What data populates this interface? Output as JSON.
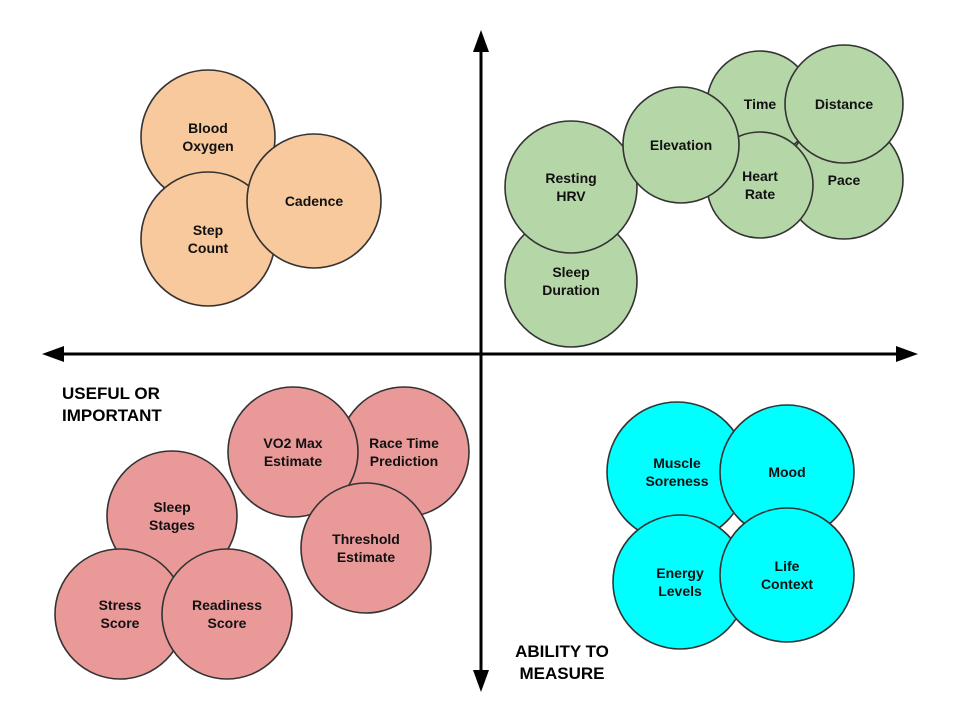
{
  "axes": {
    "horizontal_label_lines": [
      "USEFUL OR",
      "IMPORTANT"
    ],
    "vertical_label_lines": [
      "ABILITY TO",
      "MEASURE"
    ]
  },
  "colors": {
    "orange": "#f8c99c",
    "green": "#b5d7a8",
    "red": "#ea9999",
    "cyan": "#00ffff",
    "outline": "#333333"
  },
  "bubbles": [
    {
      "id": "blood-oxygen",
      "lines": [
        "Blood",
        "Oxygen"
      ],
      "color": "orange"
    },
    {
      "id": "step-count",
      "lines": [
        "Step",
        "Count"
      ],
      "color": "orange"
    },
    {
      "id": "cadence",
      "lines": [
        "Cadence"
      ],
      "color": "orange"
    },
    {
      "id": "pace",
      "lines": [
        "Pace"
      ],
      "color": "green"
    },
    {
      "id": "time",
      "lines": [
        "Time"
      ],
      "color": "green"
    },
    {
      "id": "distance",
      "lines": [
        "Distance"
      ],
      "color": "green"
    },
    {
      "id": "heart-rate",
      "lines": [
        "Heart",
        "Rate"
      ],
      "color": "green"
    },
    {
      "id": "sleep-duration",
      "lines": [
        "Sleep",
        "Duration"
      ],
      "color": "green"
    },
    {
      "id": "resting-hrv",
      "lines": [
        "Resting",
        "HRV"
      ],
      "color": "green"
    },
    {
      "id": "elevation",
      "lines": [
        "Elevation"
      ],
      "color": "green"
    },
    {
      "id": "race-time-prediction",
      "lines": [
        "Race Time",
        "Prediction"
      ],
      "color": "red"
    },
    {
      "id": "vo2-max-estimate",
      "lines": [
        "VO2 Max",
        "Estimate"
      ],
      "color": "red"
    },
    {
      "id": "threshold-estimate",
      "lines": [
        "Threshold",
        "Estimate"
      ],
      "color": "red"
    },
    {
      "id": "sleep-stages",
      "lines": [
        "Sleep",
        "Stages"
      ],
      "color": "red"
    },
    {
      "id": "stress-score",
      "lines": [
        "Stress",
        "Score"
      ],
      "color": "red"
    },
    {
      "id": "readiness-score",
      "lines": [
        "Readiness",
        "Score"
      ],
      "color": "red"
    },
    {
      "id": "muscle-soreness",
      "lines": [
        "Muscle",
        "Soreness"
      ],
      "color": "cyan"
    },
    {
      "id": "mood",
      "lines": [
        "Mood"
      ],
      "color": "cyan"
    },
    {
      "id": "energy-levels",
      "lines": [
        "Energy",
        "Levels"
      ],
      "color": "cyan"
    },
    {
      "id": "life-context",
      "lines": [
        "Life",
        "Context"
      ],
      "color": "cyan"
    }
  ]
}
